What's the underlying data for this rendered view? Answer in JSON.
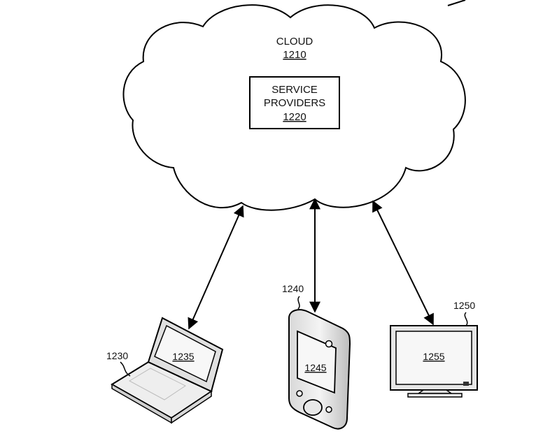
{
  "cloud": {
    "title": "CLOUD",
    "ref": "1210"
  },
  "service_providers": {
    "line1": "SERVICE",
    "line2": "PROVIDERS",
    "ref": "1220"
  },
  "devices": {
    "laptop": {
      "ref": "1230",
      "screen_ref": "1235"
    },
    "phone": {
      "ref": "1240",
      "screen_ref": "1245"
    },
    "monitor": {
      "ref": "1250",
      "screen_ref": "1255"
    }
  }
}
